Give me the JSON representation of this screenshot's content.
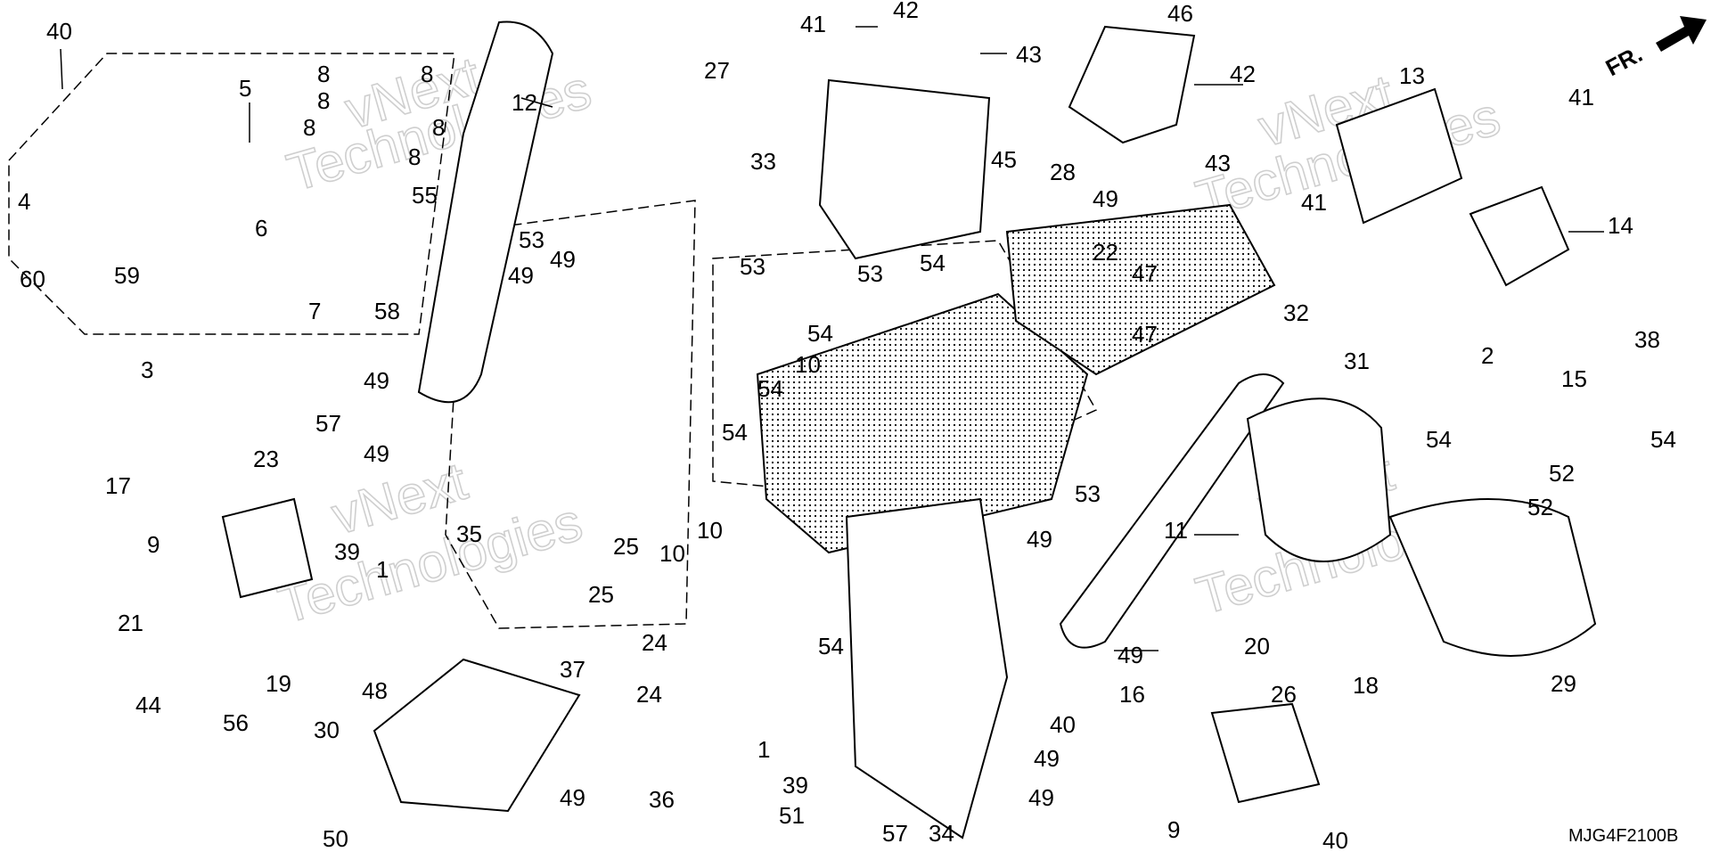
{
  "diagram": {
    "code": "MJG4F2100B",
    "front_marker": "FR.",
    "watermark": [
      "vNext",
      "Technologies"
    ],
    "callouts": [
      "1",
      "2",
      "3",
      "4",
      "5",
      "6",
      "7",
      "8",
      "9",
      "10",
      "11",
      "12",
      "13",
      "14",
      "15",
      "16",
      "17",
      "18",
      "19",
      "20",
      "21",
      "22",
      "23",
      "24",
      "25",
      "26",
      "27",
      "28",
      "29",
      "30",
      "31",
      "32",
      "33",
      "34",
      "35",
      "36",
      "37",
      "38",
      "39",
      "40",
      "41",
      "42",
      "43",
      "44",
      "45",
      "46",
      "47",
      "48",
      "49",
      "50",
      "51",
      "52",
      "53",
      "54",
      "55",
      "56",
      "57",
      "58",
      "59",
      "60"
    ]
  }
}
